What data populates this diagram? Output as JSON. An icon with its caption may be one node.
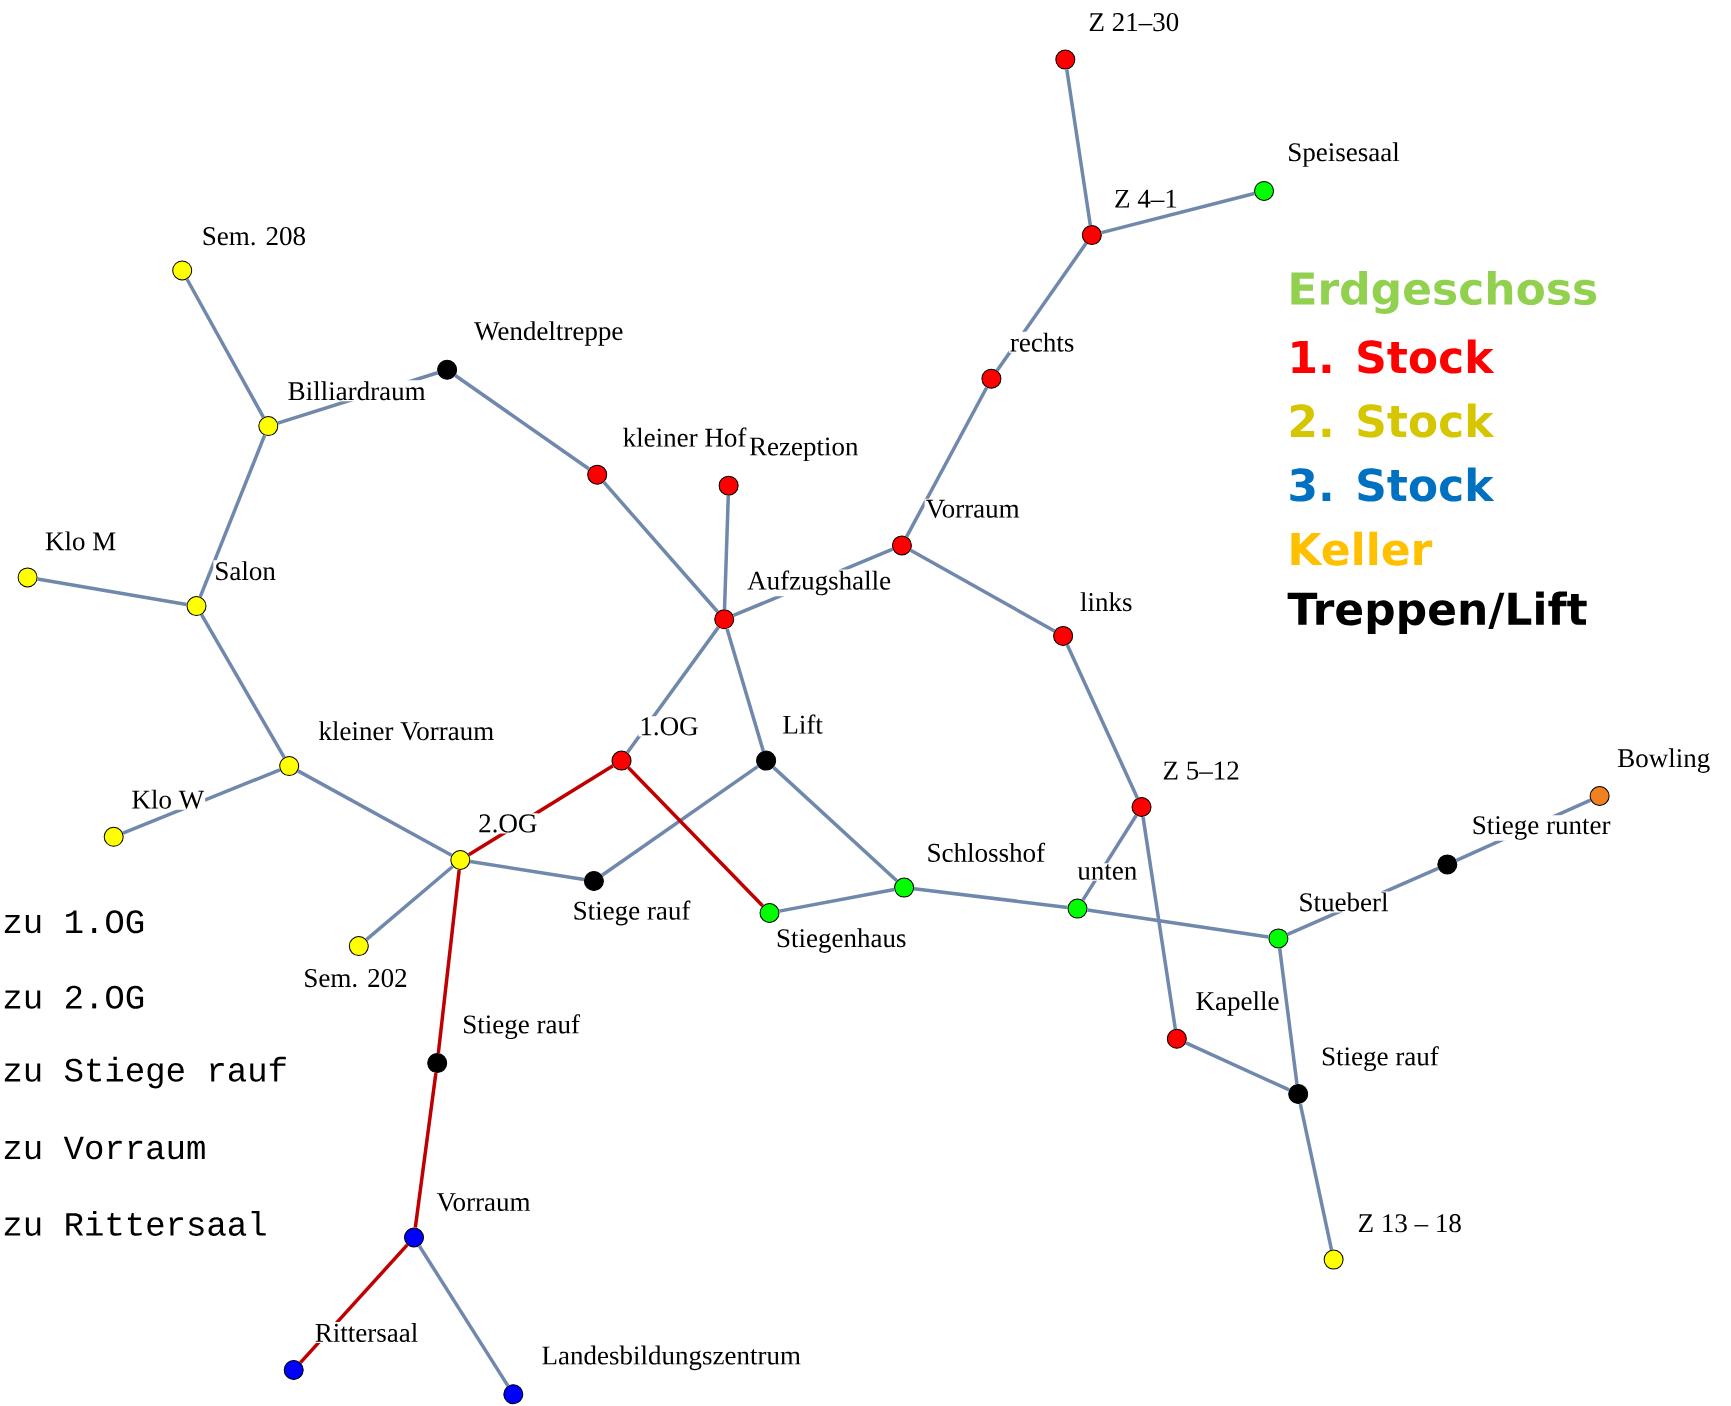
{
  "diagram": {
    "nodes": [
      {
        "text": [
          "Z 21–30"
        ]
      },
      {
        "text": [
          "Speisesaal"
        ]
      },
      {
        "text": [
          "Z 4–1"
        ]
      },
      {
        "text": [
          "Sem. 208"
        ]
      },
      {
        "text": [
          "Wendeltreppe"
        ]
      },
      {
        "text": [
          "rechts"
        ]
      },
      {
        "text": [
          "Billiardraum"
        ]
      },
      {
        "text": [
          "kleiner Hof"
        ]
      },
      {
        "text": [
          "Rezeption"
        ]
      },
      {
        "text": [
          "Vorraum"
        ]
      },
      {
        "text": [
          "Klo M"
        ]
      },
      {
        "text": [
          "Salon"
        ]
      },
      {
        "text": [
          "Aufzugshalle"
        ]
      },
      {
        "text": [
          "links"
        ]
      },
      {
        "text": [
          "kleiner Vorraum"
        ]
      },
      {
        "text": [
          "1.OG"
        ]
      },
      {
        "text": [
          "Lift"
        ]
      },
      {
        "text": [
          "Z 5–12"
        ]
      },
      {
        "text": [
          "Bowling"
        ]
      },
      {
        "text": [
          "Klo W"
        ]
      },
      {
        "text": [
          "2.OG"
        ]
      },
      {
        "text": [
          "Stiege runter"
        ]
      },
      {
        "text": [
          "Stiege rauf"
        ]
      },
      {
        "text": [
          "Stiegenhaus"
        ]
      },
      {
        "text": [
          "Schlosshof"
        ]
      },
      {
        "text": [
          "unten"
        ]
      },
      {
        "text": [
          "Stueberl"
        ]
      },
      {
        "text": [
          "Sem. 202"
        ]
      },
      {
        "text": [
          "Kapelle"
        ]
      },
      {
        "text": [
          "Stiege rauf"
        ]
      },
      {
        "text": [
          "Stiege rauf"
        ]
      },
      {
        "text": [
          "Z 13 – 18"
        ]
      },
      {
        "text": [
          "Vorraum"
        ]
      },
      {
        "text": [
          "Rittersaal"
        ]
      },
      {
        "text": [
          "Landesbildungszentrum"
        ]
      }
    ],
    "edges": [
      {
        "from": 0,
        "to": 2,
        "arrow": "none"
      },
      {
        "from": 2,
        "to": 1,
        "arrow": "none"
      },
      {
        "from": 2,
        "to": 5,
        "arrow": "none"
      },
      {
        "from": 5,
        "to": 9,
        "arrow": "none"
      },
      {
        "from": 9,
        "to": 12,
        "arrow": "none"
      },
      {
        "from": 9,
        "to": 13,
        "arrow": "none"
      },
      {
        "from": 13,
        "to": 17,
        "arrow": "none"
      },
      {
        "from": 17,
        "to": 25,
        "arrow": "none"
      },
      {
        "from": 17,
        "to": 28,
        "arrow": "none"
      },
      {
        "from": 28,
        "to": 30,
        "arrow": "none"
      },
      {
        "from": 26,
        "to": 30,
        "arrow": "none"
      },
      {
        "from": 30,
        "to": 31,
        "arrow": "none"
      },
      {
        "from": 25,
        "to": 26,
        "arrow": "none"
      },
      {
        "from": 24,
        "to": 25,
        "arrow": "none"
      },
      {
        "from": 23,
        "to": 24,
        "arrow": "none"
      },
      {
        "from": 26,
        "to": 21,
        "arrow": "none"
      },
      {
        "from": 21,
        "to": 18,
        "arrow": "none"
      },
      {
        "from": 12,
        "to": 8,
        "arrow": "none"
      },
      {
        "from": 12,
        "to": 7,
        "arrow": "none"
      },
      {
        "from": 7,
        "to": 4,
        "arrow": "none"
      },
      {
        "from": 4,
        "to": 6,
        "arrow": "none"
      },
      {
        "from": 6,
        "to": 3,
        "arrow": "none"
      },
      {
        "from": 6,
        "to": 11,
        "arrow": "none"
      },
      {
        "from": 11,
        "to": 10,
        "arrow": "none"
      },
      {
        "from": 11,
        "to": 14,
        "arrow": "none"
      },
      {
        "from": 14,
        "to": 19,
        "arrow": "none"
      },
      {
        "from": 14,
        "to": 20,
        "arrow": "none"
      },
      {
        "from": 20,
        "to": 27,
        "arrow": "none"
      },
      {
        "from": 20,
        "to": 22,
        "arrow": "none"
      },
      {
        "from": 22,
        "to": 16,
        "arrow": "none"
      },
      {
        "from": 16,
        "to": 24,
        "arrow": "none"
      },
      {
        "from": 16,
        "to": 12,
        "arrow": "none"
      },
      {
        "from": 12,
        "to": 15,
        "arrow": "none"
      },
      {
        "from": 15,
        "to": 20,
        "arrow": "none",
        "color": "#c00000"
      },
      {
        "from": 15,
        "to": 23,
        "arrow": "none",
        "color": "#c00000"
      },
      {
        "from": 20,
        "to": 29,
        "arrow": "none",
        "color": "#c00000"
      },
      {
        "from": 29,
        "to": 32,
        "arrow": "none",
        "color": "#c00000"
      },
      {
        "from": 32,
        "to": 33,
        "arrow": "none",
        "color": "#c00000"
      },
      {
        "from": 32,
        "to": 34,
        "arrow": "none"
      }
    ],
    "labels": [
      "zu 1.OG",
      "zu 2.OG",
      "zu Stiege rauf",
      "zu Vorraum",
      "zu Rittersaal"
    ],
    "legend": [
      {
        "text": "Erdgeschoss",
        "color": "#92d050"
      },
      {
        "text": "1. Stock",
        "color": "#ff0000"
      },
      {
        "text": "2. Stock",
        "color": "#d6c600"
      },
      {
        "text": "3. Stock",
        "color": "#0070c0"
      },
      {
        "text": "Keller",
        "color": "#ffc000"
      },
      {
        "text": "Treppen/Lift",
        "color": "#000000"
      }
    ]
  }
}
